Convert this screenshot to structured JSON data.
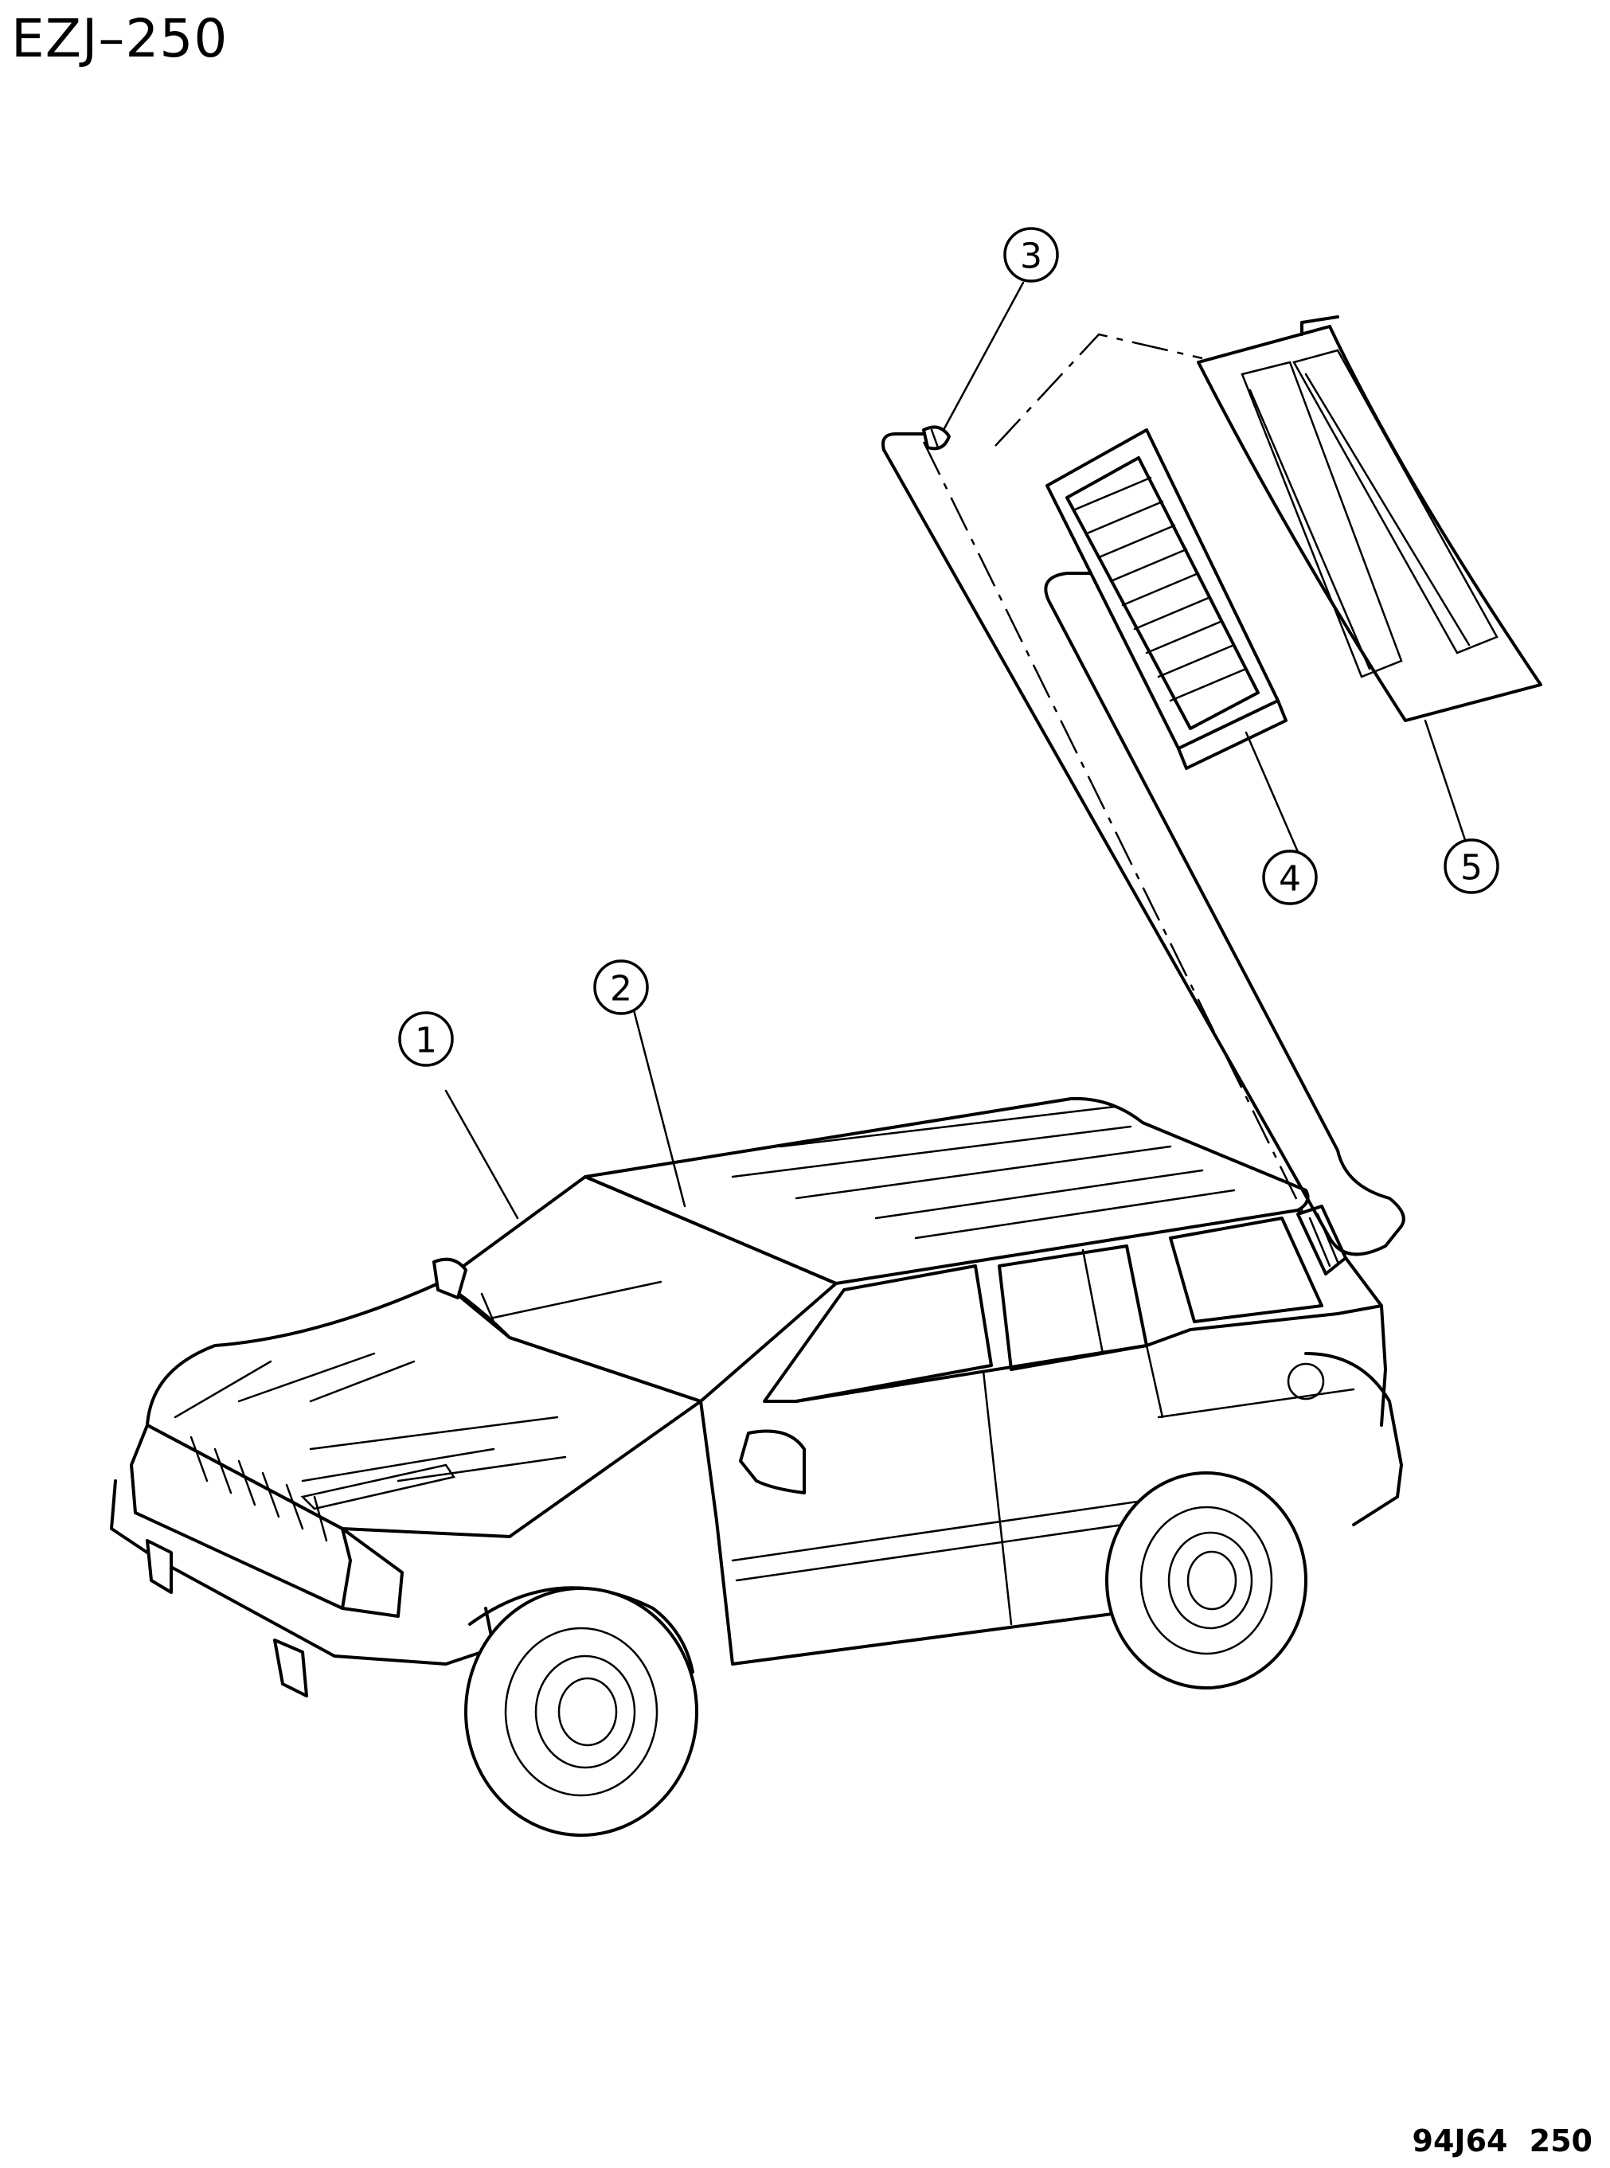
{
  "header": {
    "title": "EZJ–250"
  },
  "footer": {
    "figure_code": "94J64 250"
  },
  "callouts": [
    {
      "id": 1,
      "label": "1"
    },
    {
      "id": 2,
      "label": "2"
    },
    {
      "id": 3,
      "label": "3"
    },
    {
      "id": 4,
      "label": "4"
    },
    {
      "id": 5,
      "label": "5"
    }
  ]
}
